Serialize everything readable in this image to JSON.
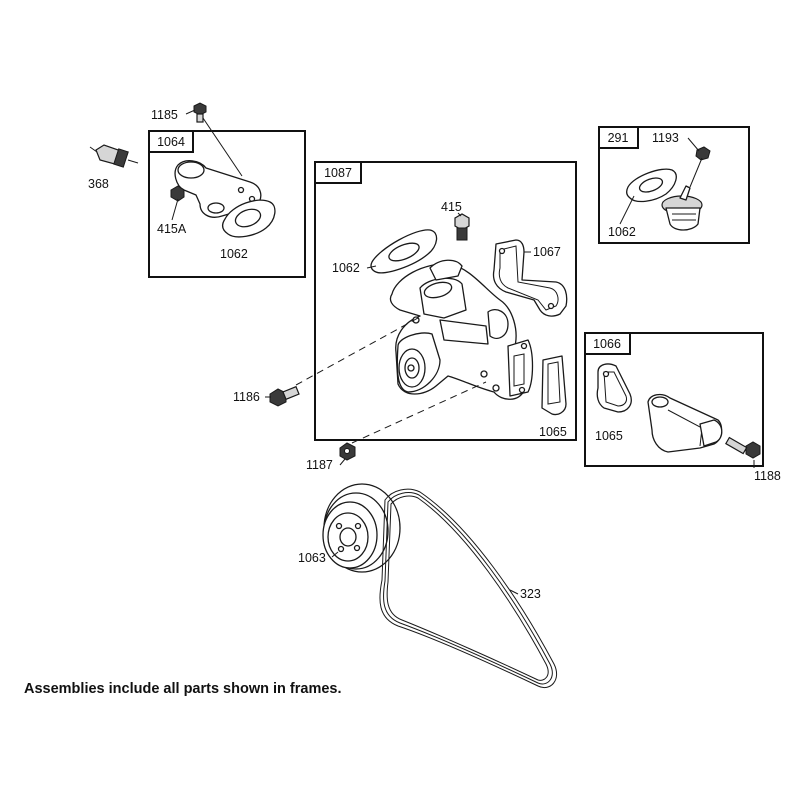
{
  "frames": {
    "f1064": "1064",
    "f1087": "1087",
    "f291": "291",
    "f1066": "1066"
  },
  "parts": {
    "p1185": "1185",
    "p368": "368",
    "p415A": "415A",
    "p1062_a": "1062",
    "p415": "415",
    "p1062_b": "1062",
    "p1067": "1067",
    "p1186": "1186",
    "p1065_a": "1065",
    "p1187": "1187",
    "p1193": "1193",
    "p1062_c": "1062",
    "p1065_b": "1065",
    "p1188": "1188",
    "p1063": "1063",
    "p323": "323"
  },
  "note": "Assemblies include all parts shown in frames."
}
